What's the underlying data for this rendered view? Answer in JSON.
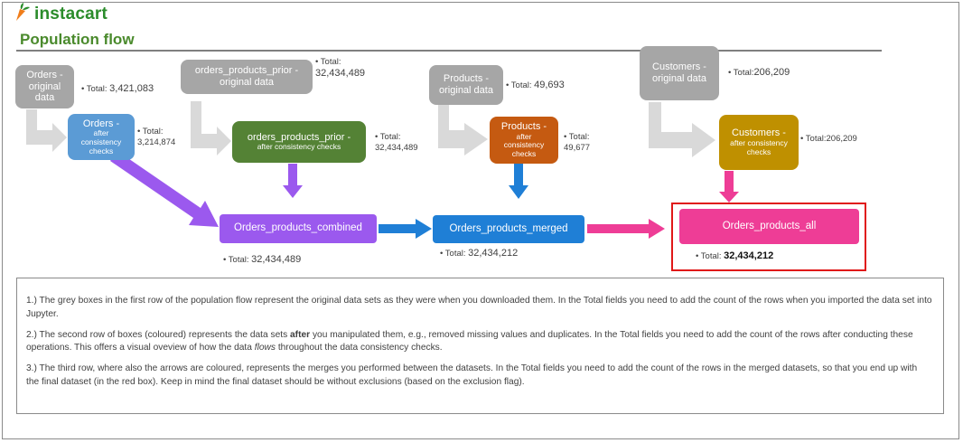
{
  "logo": {
    "text": "instacart"
  },
  "title": "Population flow",
  "boxes": {
    "orders_original": {
      "line1": "Orders -",
      "line2": "original",
      "line3": "data"
    },
    "orders_products_prior_original": {
      "line1": "orders_products_prior -",
      "line2": "original data"
    },
    "products_original": {
      "line1": "Products -",
      "line2": "original data"
    },
    "customers_original": {
      "line1": "Customers -",
      "line2": "original data"
    },
    "orders_after": {
      "line1": "Orders -",
      "line2": "after",
      "line3": "consistency",
      "line4": "checks"
    },
    "orders_products_prior_after": {
      "line1": "orders_products_prior -",
      "line2": "after consistency checks"
    },
    "products_after": {
      "line1": "Products -",
      "line2": "after",
      "line3": "consistency",
      "line4": "checks"
    },
    "customers_after": {
      "line1": "Customers -",
      "line2": "after consistency",
      "line3": "checks"
    },
    "combined": {
      "label": "Orders_products_combined"
    },
    "merged": {
      "label": "Orders_products_merged"
    },
    "all": {
      "label": "Orders_products_all"
    }
  },
  "totals": {
    "orders_original": {
      "label": "• Total:",
      "value": "3,421,083"
    },
    "orders_products_prior_original": {
      "label": "• Total:",
      "value": "32,434,489"
    },
    "products_original": {
      "label": "• Total:",
      "value": "49,693"
    },
    "customers_original": {
      "label": "• Total:",
      "value": "206,209"
    },
    "orders_after": {
      "label": "• Total:",
      "value": "3,214,874"
    },
    "orders_products_prior_after": {
      "label": "• Total:",
      "value": "32,434,489"
    },
    "products_after": {
      "label": "• Total:",
      "value": "49,677"
    },
    "customers_after": {
      "label": "• Total:",
      "value": "206,209"
    },
    "combined": {
      "label": "• Total:",
      "value": "32,434,489"
    },
    "merged": {
      "label": "• Total:",
      "value": "32,434,212"
    },
    "all": {
      "label": "• Total:",
      "value": "32,434,212"
    }
  },
  "notes": {
    "p1": "1.) The grey boxes in the first row of the population flow represent the original data sets as they were when you downloaded them. In the Total fields you need to add the count of the rows when you imported the data set into Jupyter.",
    "p2_a": "2.) The second row of boxes (coloured) represents the data sets ",
    "p2_b": "after",
    "p2_c": " you manipulated them, e.g., removed missing values and duplicates. In the Total fields you need to add the count of the rows after conducting these operations. This offers a visual oveview of how the data ",
    "p2_d": "flows",
    "p2_e": " throughout the data consistency checks.",
    "p3": "3.) The third row, where also the arrows are coloured, represents the merges you performed between the datasets. In the Total fields you need to add the count of the rows in the merged datasets, so that you end up with the final dataset (in the red box). Keep in mind the final dataset should be without exclusions (based on the exclusion flag)."
  },
  "colors": {
    "grey_box": "#a6a6a6",
    "orders_blue": "#5b9bd5",
    "prior_green": "#548235",
    "products_red": "#c55a11",
    "customers_gold": "#bf9000",
    "combined_purple": "#9b59ee",
    "merged_blue": "#1f7fd6",
    "all_pink": "#ee3d96",
    "highlight_red": "#e01818",
    "title_green": "#4a8a2c"
  },
  "icons": [
    "carrot-icon"
  ]
}
